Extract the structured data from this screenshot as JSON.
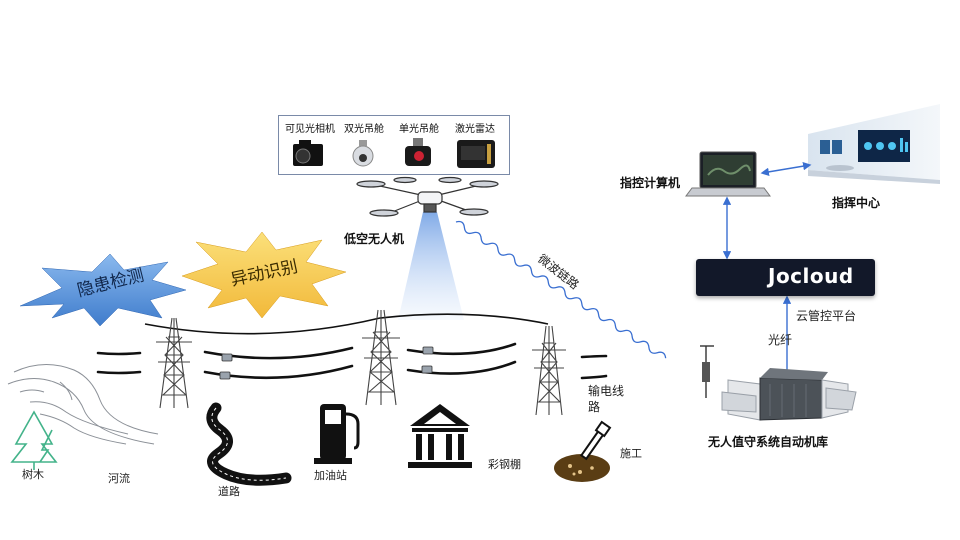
{
  "payloads": {
    "visible_camera": "可见光相机",
    "dual_gimbal": "双光吊舱",
    "single_gimbal": "单光吊舱",
    "lidar": "激光雷达"
  },
  "drone_label": "低空无人机",
  "microwave_label": "微波链路",
  "command_computer_label": "指控计算机",
  "command_center_label": "指挥中心",
  "cloud_brand": "Jocloud",
  "cloud_platform_label": "云管控平台",
  "fiber_label": "光纤",
  "hangar_label": "无人值守系统自动机库",
  "badges": {
    "hazard": "隐患检测",
    "anomaly": "异动识别"
  },
  "scene": {
    "tree": "树木",
    "river": "河流",
    "road": "道路",
    "gas_station": "加油站",
    "steel_shed": "彩钢棚",
    "construction": "施工",
    "power_line_1": "输电线",
    "power_line_2": "路"
  },
  "colors": {
    "link_blue": "#3a6fd1",
    "cloud_bg": "#121829",
    "star_yellow": "#f5cc47",
    "star_blue": "#5e97d8"
  }
}
